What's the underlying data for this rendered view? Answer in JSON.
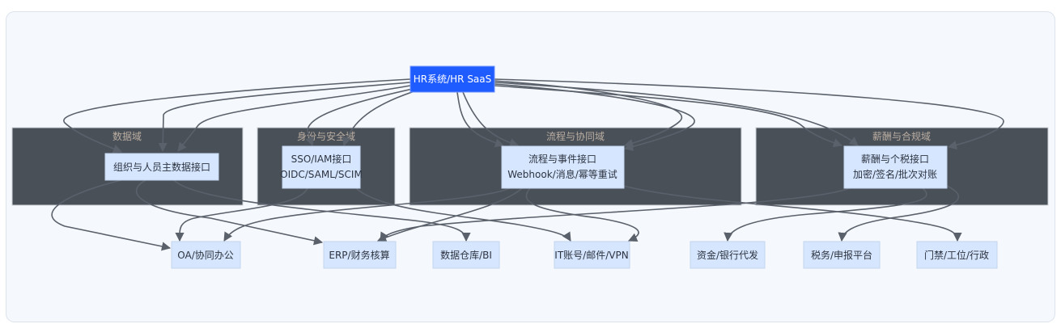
{
  "root": {
    "label": "HR系统/HR SaaS",
    "color": "#1f5cff"
  },
  "clusters": [
    {
      "title": "数据域",
      "nodes": [
        {
          "lines": [
            "组织与人员主数据接口"
          ]
        }
      ]
    },
    {
      "title": "身份与安全域",
      "nodes": [
        {
          "lines": [
            "SSO/IAM接口",
            "OIDC/SAML/SCIM"
          ]
        }
      ]
    },
    {
      "title": "流程与协同域",
      "nodes": [
        {
          "lines": [
            "流程与事件接口",
            "Webhook/消息/幂等重试"
          ]
        }
      ]
    },
    {
      "title": "薪酬与合规域",
      "nodes": [
        {
          "lines": [
            "薪酬与个税接口",
            "加密/签名/批次对账"
          ]
        }
      ]
    }
  ],
  "targets": [
    "OA/协同办公",
    "ERP/财务核算",
    "数据仓库/BI",
    "IT账号/邮件/VPN",
    "资金/银行代发",
    "税务/申报平台",
    "门禁/工位/行政"
  ],
  "colors": {
    "cluster": "#4a5058",
    "node": "#d6e6ff",
    "edge": "#5a616b",
    "background": "#f5f8fc"
  }
}
